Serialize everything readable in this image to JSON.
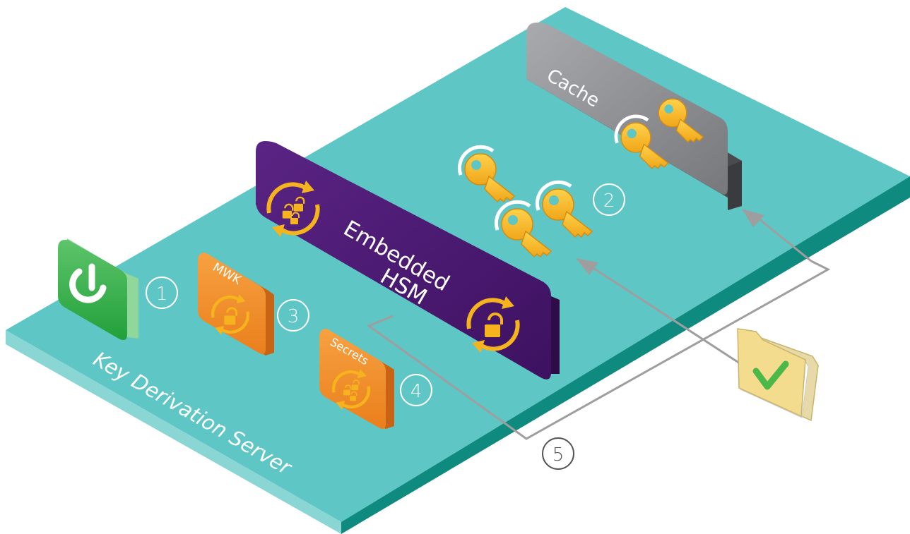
{
  "platform": {
    "label": "Key Derivation Server",
    "colors": {
      "top": "#5ec6c4",
      "front": "#0e8a7e",
      "side": "#8ad6d4"
    }
  },
  "hsm": {
    "label_line1": "Embedded",
    "label_line2": "HSM",
    "color": "#4b1a70",
    "icons": [
      "lock-rotate-icon",
      "lock-rotate-icon"
    ]
  },
  "cache": {
    "label": "Cache",
    "color": "#8e8f92",
    "icons": [
      "key-icon",
      "key-icon"
    ]
  },
  "power_button": {
    "icon": "power-icon",
    "color": "#3bb34a",
    "step": "1"
  },
  "mwk_tile": {
    "label": "MWK",
    "icon": "unlock-rotate-icon",
    "color": "#f28c28",
    "step": "3"
  },
  "secrets_tile": {
    "label": "Secrets",
    "icon": "locks-rotate-icon",
    "color": "#f28c28",
    "step": "4"
  },
  "keys_group": {
    "icon": "key-icon",
    "count": 3,
    "step": "2"
  },
  "folder": {
    "icon": "folder-check-icon",
    "color": "#f4dc8e"
  },
  "flow": {
    "step": "5",
    "line_color": "#9e9e9e"
  }
}
